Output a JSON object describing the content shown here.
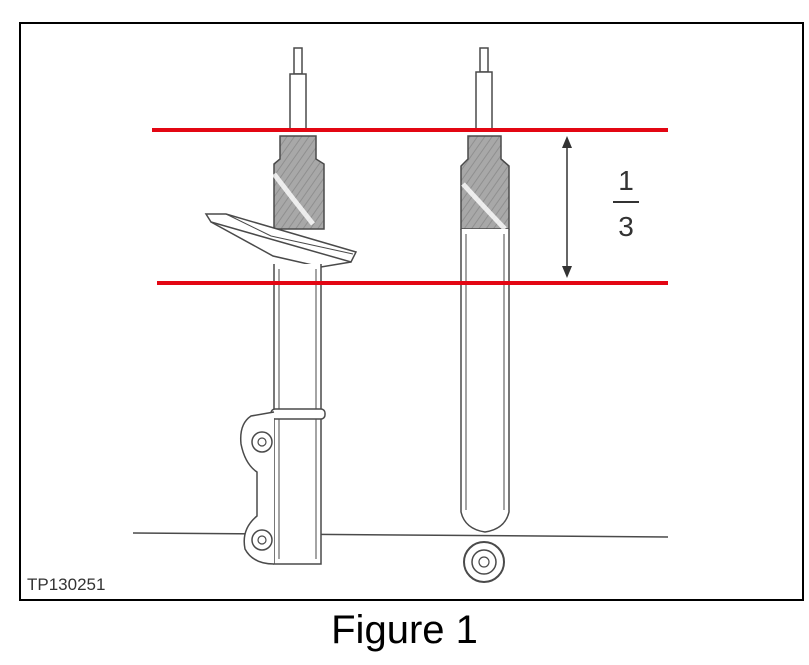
{
  "diagram": {
    "figure_code": "TP130251",
    "fraction": {
      "numerator": "1",
      "denominator": "3"
    },
    "colors": {
      "marker_line": "#e30613",
      "outline": "#4a4a4a",
      "shading": "#a8a8a8"
    },
    "components": [
      "strut-with-spring-seat",
      "shock-absorber"
    ]
  },
  "caption": "Figure 1"
}
